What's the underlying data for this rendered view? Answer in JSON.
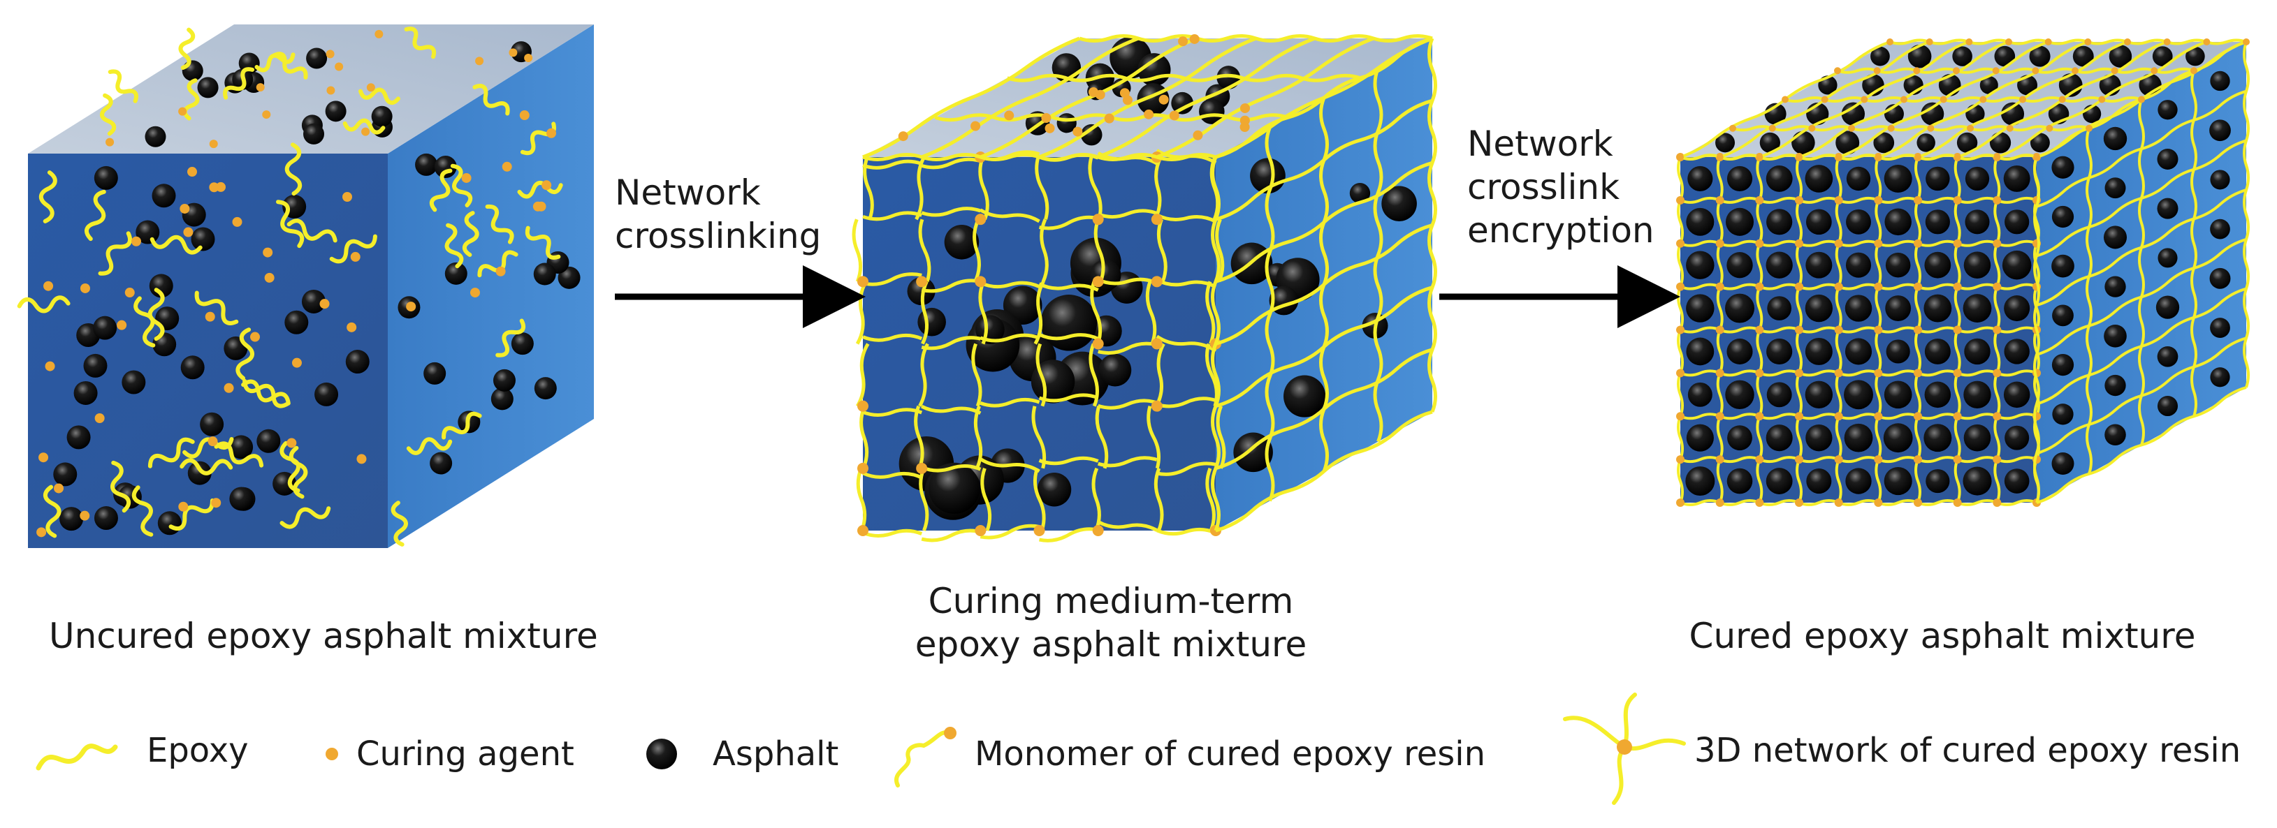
{
  "stages": [
    {
      "id": "uncured",
      "caption": [
        "Uncured epoxy asphalt mixture"
      ]
    },
    {
      "id": "medium",
      "caption": [
        "Curing medium-term",
        "epoxy asphalt mixture"
      ]
    },
    {
      "id": "cured",
      "caption": [
        "Cured epoxy asphalt mixture"
      ]
    }
  ],
  "arrows": [
    {
      "label": [
        "Network",
        "crosslinking"
      ]
    },
    {
      "label": [
        "Network",
        "crosslink",
        "encryption"
      ]
    }
  ],
  "legend": [
    {
      "icon": "epoxy-chain-icon",
      "label": "Epoxy"
    },
    {
      "icon": "curing-agent-dot-icon",
      "label": "Curing agent"
    },
    {
      "icon": "asphalt-sphere-icon",
      "label": "Asphalt"
    },
    {
      "icon": "monomer-icon",
      "label": "Monomer of cured epoxy resin"
    },
    {
      "icon": "network-3d-icon",
      "label": "3D network of cured epoxy resin"
    }
  ],
  "colors": {
    "cube_front": "#2f5fa8",
    "cube_side": "#3b7fc9",
    "cube_top": "#b9c6d8",
    "epoxy": "#f5ee2a",
    "curing_agent": "#f0a830",
    "asphalt": "#0d0d0d"
  }
}
